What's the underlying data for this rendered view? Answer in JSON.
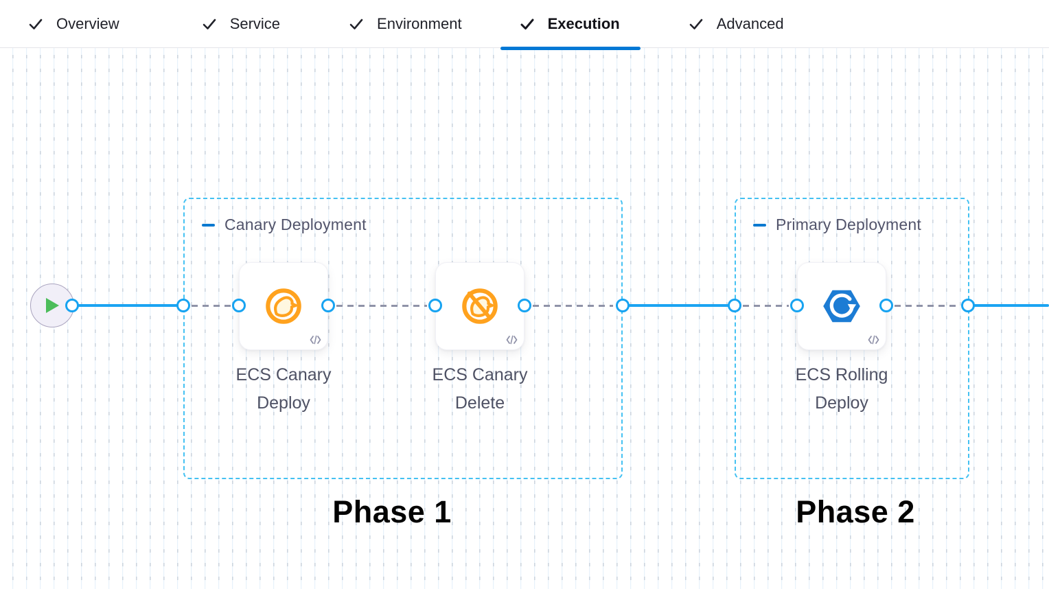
{
  "tabs": {
    "items": [
      {
        "label": "Overview",
        "state": "completed",
        "active": false
      },
      {
        "label": "Service",
        "state": "completed",
        "active": false
      },
      {
        "label": "Environment",
        "state": "completed",
        "active": false
      },
      {
        "label": "Execution",
        "state": "completed",
        "active": true
      },
      {
        "label": "Advanced",
        "state": "completed",
        "active": false
      }
    ]
  },
  "pipeline": {
    "start_node": {
      "icon": "play-icon"
    },
    "groups": [
      {
        "title": "Canary Deployment",
        "collapse_icon": "minus-icon",
        "phase_label": "Phase 1",
        "steps": [
          {
            "name": "ECS Canary Deploy",
            "icon": "canary-deploy-icon",
            "badge_icon": "code-icon"
          },
          {
            "name": "ECS Canary Delete",
            "icon": "canary-delete-icon",
            "badge_icon": "code-icon"
          }
        ]
      },
      {
        "title": "Primary Deployment",
        "collapse_icon": "minus-icon",
        "phase_label": "Phase 2",
        "steps": [
          {
            "name": "ECS Rolling Deploy",
            "icon": "ecs-rolling-deploy-icon",
            "badge_icon": "code-icon"
          }
        ]
      }
    ]
  },
  "colors": {
    "active_tab_underline": "#0278d5",
    "connector_solid_blue": "#1ba4f2",
    "connector_dashed_gray": "#8f93a8",
    "group_dashed_border": "#44c1f2",
    "canary_icon_orange": "#FFA21E",
    "ecs_icon_blue": "#1C7CD4",
    "start_play_green": "#4CBD5B"
  }
}
